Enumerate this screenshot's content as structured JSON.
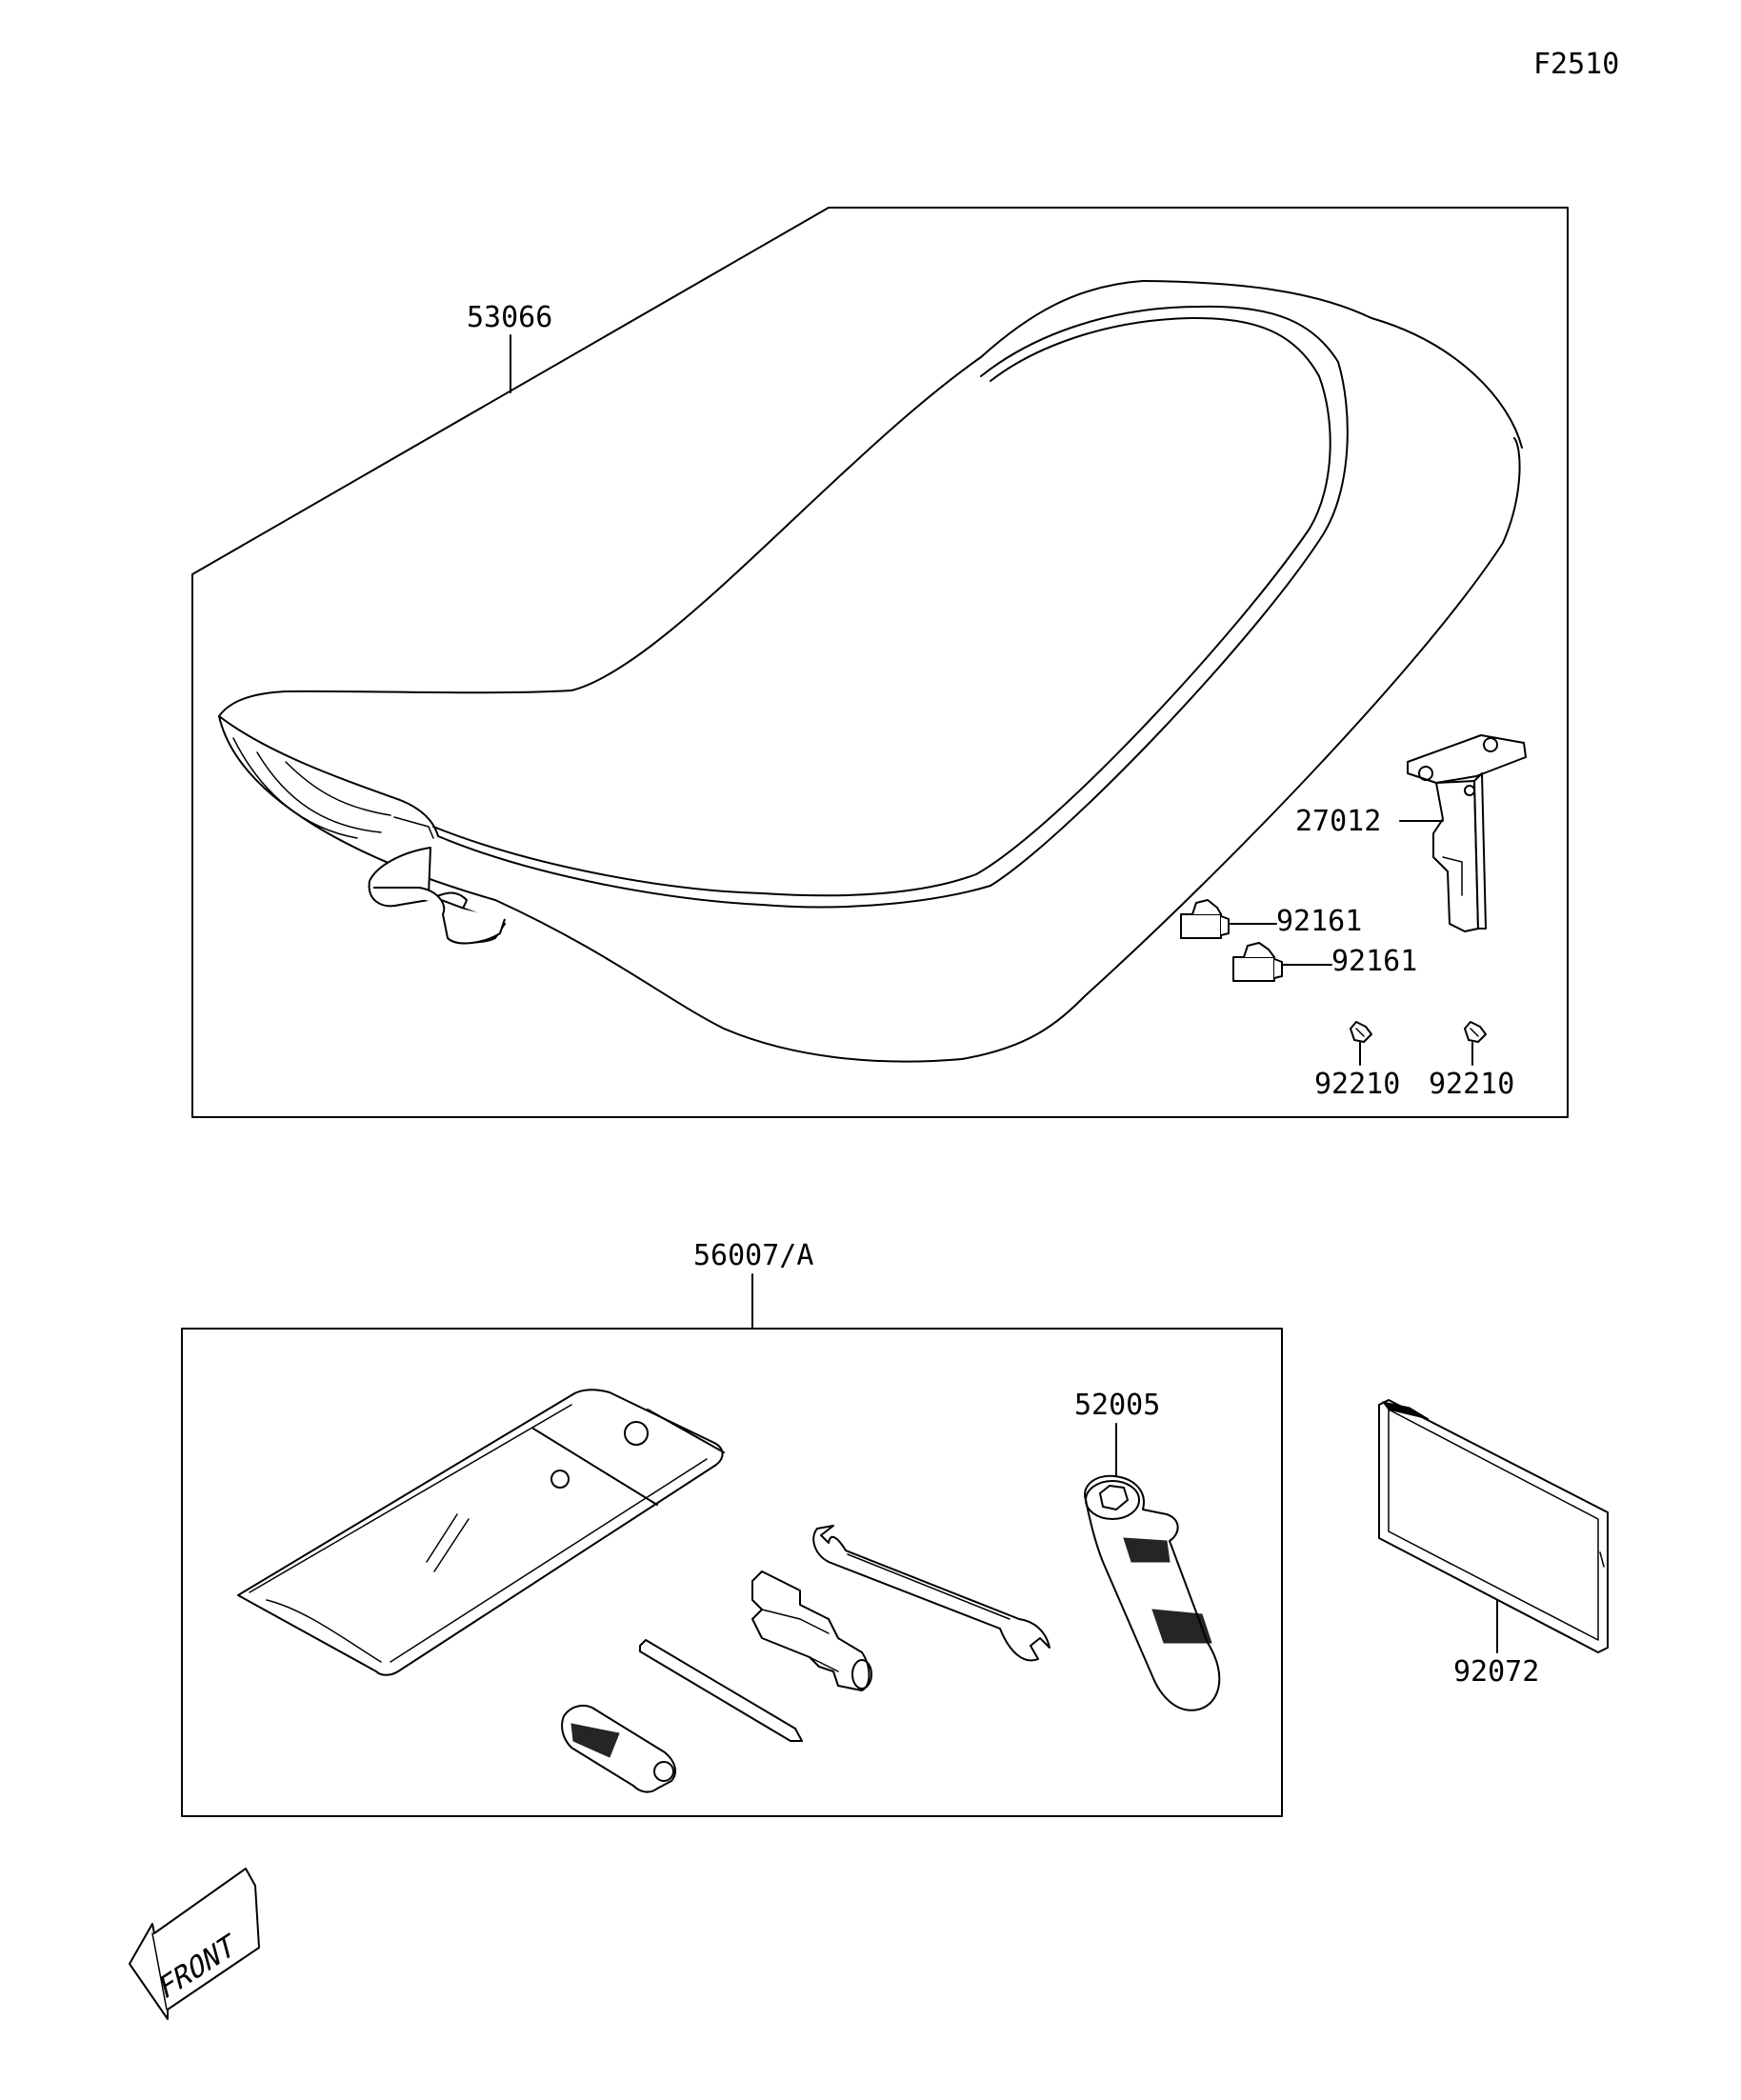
{
  "figure_code": "F2510",
  "parts": {
    "seat": "53066",
    "seat_bracket": "27012",
    "damper_1": "92161",
    "damper_2": "92161",
    "clip_1": "92210",
    "clip_2": "92210",
    "tool_kit": "56007/A",
    "spark_plug_wrench": "52005",
    "manual": "92072"
  },
  "front_marker": "FRONT"
}
